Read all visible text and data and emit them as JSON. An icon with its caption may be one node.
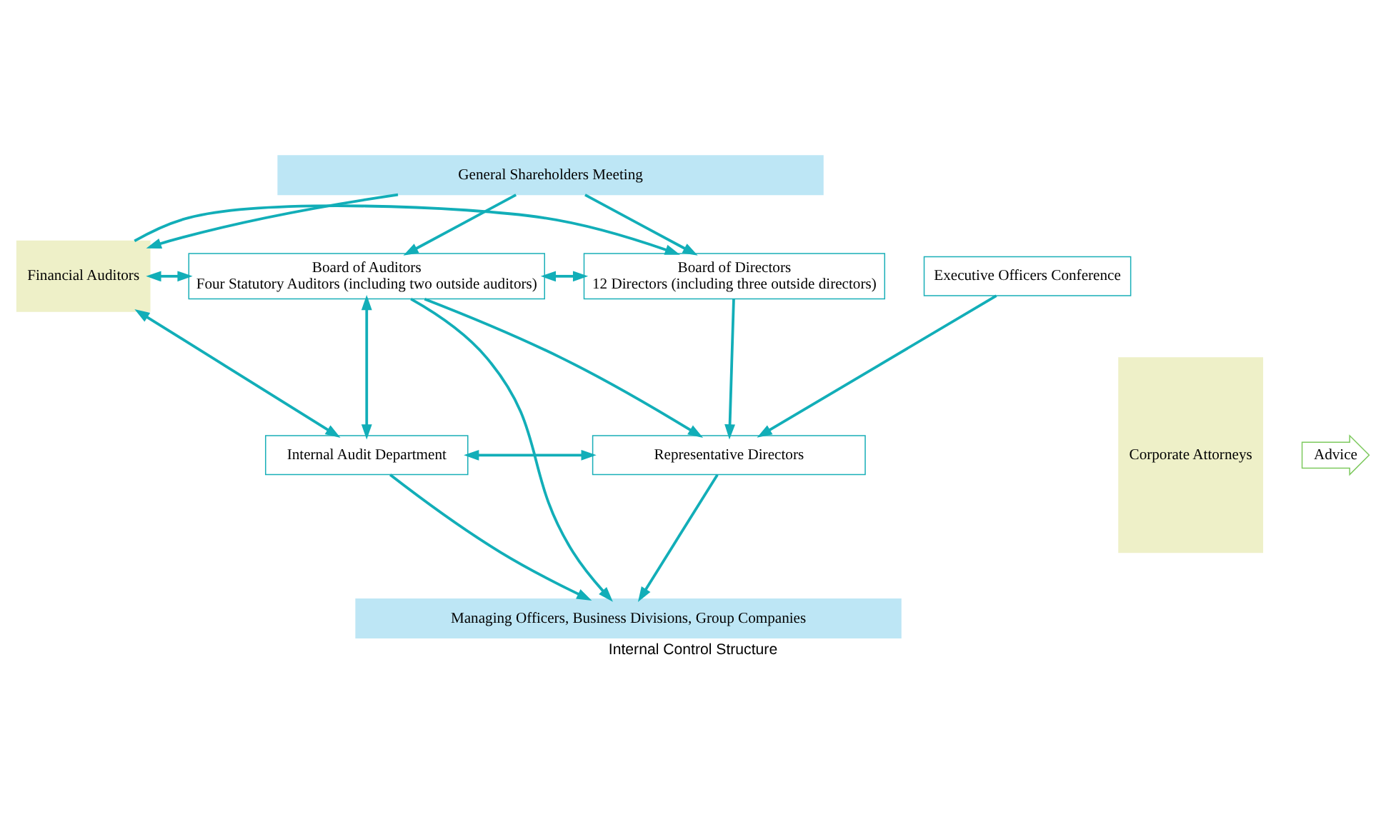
{
  "diagram": {
    "caption": "Internal Control Structure",
    "nodes": [
      {
        "text": [
          "General Shareholders Meeting"
        ]
      },
      {
        "text": [
          "Corporate Attorneys"
        ]
      },
      {
        "text": [
          "Advice"
        ]
      },
      {
        "text": [
          "Board of Directors",
          "12 Directors (including three outside directors)"
        ]
      },
      {
        "text": [
          "Board of Auditors",
          "Four Statutory Auditors (including two outside auditors)"
        ]
      },
      {
        "text": [
          "Financial Auditors"
        ]
      },
      {
        "text": [
          "Representative Directors"
        ]
      },
      {
        "text": [
          "Internal Audit Department"
        ]
      },
      {
        "text": [
          "Executive Officers Conference"
        ]
      },
      {
        "text": [
          "Managing Officers, Business Divisions, Group Companies"
        ]
      }
    ],
    "edges": [
      {
        "from": 0,
        "to": 3,
        "arrow": "to"
      },
      {
        "from": 0,
        "to": 4,
        "arrow": "to"
      },
      {
        "from": 0,
        "to": 5,
        "arrow": "to"
      },
      {
        "from": 5,
        "to": 3,
        "arrow": "to"
      },
      {
        "from": 3,
        "to": 4,
        "arrow": "both"
      },
      {
        "from": 4,
        "to": 5,
        "arrow": "both"
      },
      {
        "from": 3,
        "to": 6,
        "arrow": "to"
      },
      {
        "from": 4,
        "to": 6,
        "arrow": "to"
      },
      {
        "from": 4,
        "to": 7,
        "arrow": "both"
      },
      {
        "from": 5,
        "to": 7,
        "arrow": "both"
      },
      {
        "from": 6,
        "to": 7,
        "arrow": "both"
      },
      {
        "from": 8,
        "to": 6,
        "arrow": "to"
      },
      {
        "from": 6,
        "to": 9,
        "arrow": "to"
      },
      {
        "from": 4,
        "to": 9,
        "arrow": "to"
      },
      {
        "from": 7,
        "to": 9,
        "arrow": "to"
      }
    ]
  }
}
